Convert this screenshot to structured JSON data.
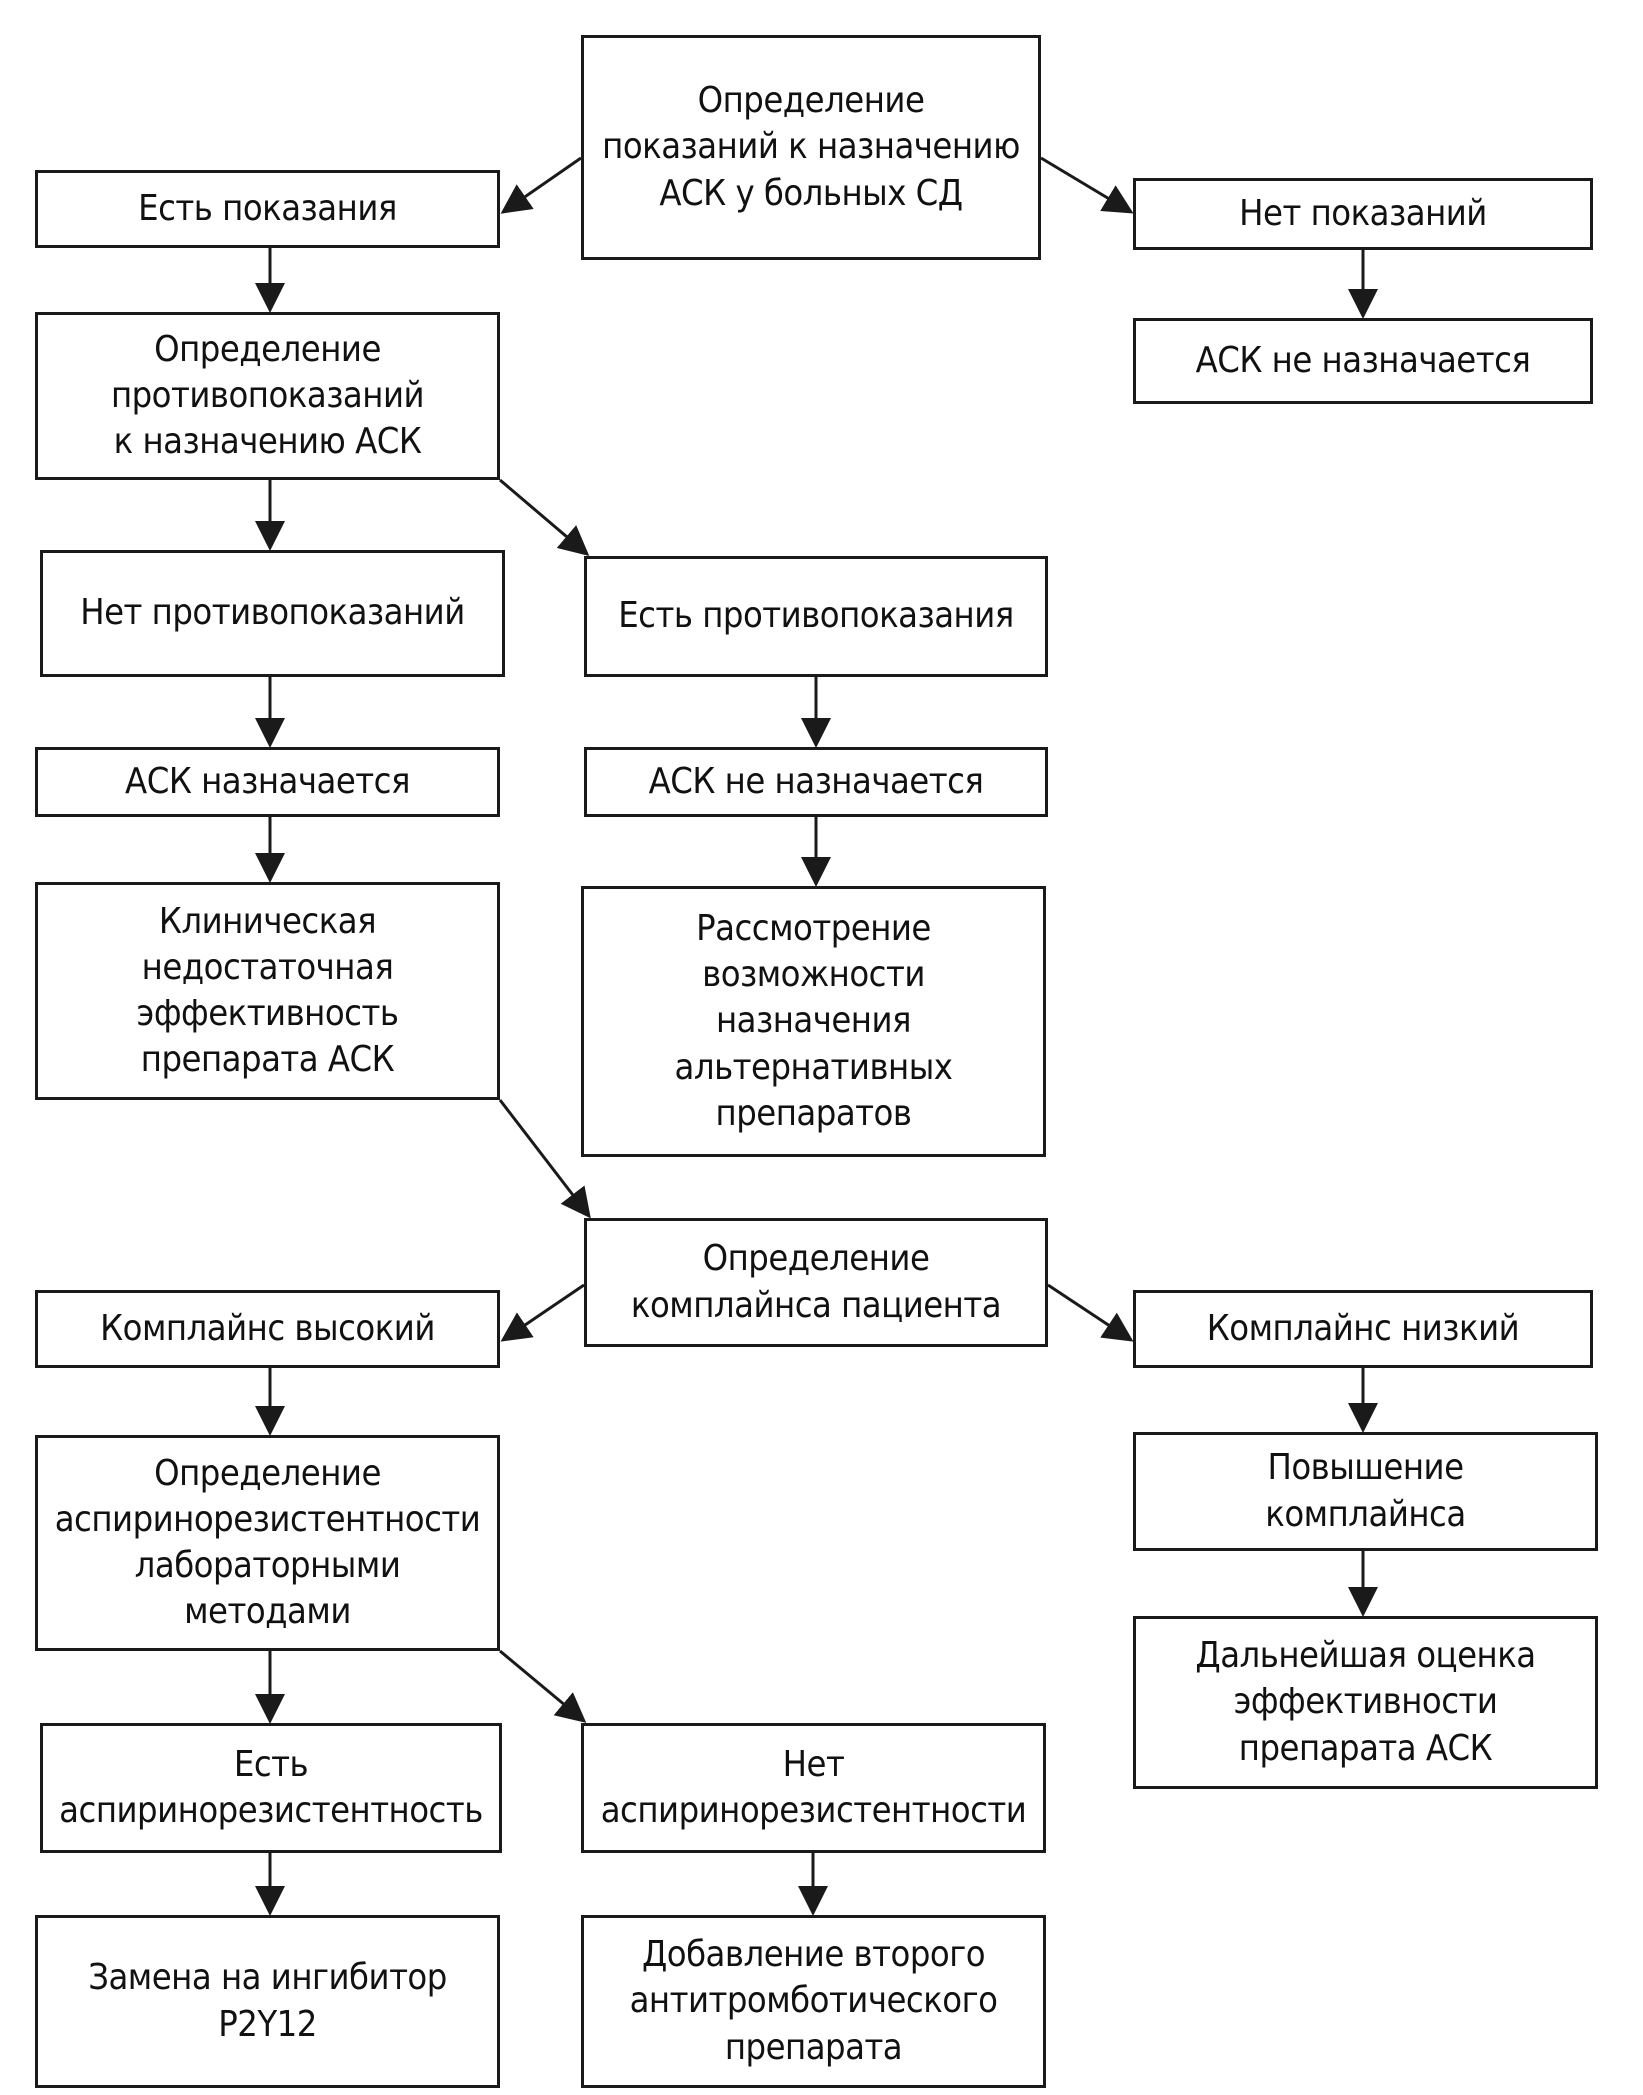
{
  "nodes": {
    "root": "Определение\nпоказаний к назначению\nАСК у больных СД",
    "indications": "Есть показания",
    "no_indications": "Нет показаний",
    "no_indications_result": "АСК не назначается",
    "contraindications_check": "Определение\nпротивопоказаний\nк назначению АСК",
    "no_contraindications": "Нет противопоказаний",
    "has_contraindications": "Есть противопоказания",
    "asa_prescribed": "АСК назначается",
    "asa_not_prescribed": "АСК не назначается",
    "clinical_insufficiency": "Клиническая\nнедостаточная\nэффективность\nпрепарата АСК",
    "alternatives": "Рассмотрение\nвозможности\nназначения\nальтернативных\nпрепаратов",
    "compliance_check": "Определение\nкомплайнса пациента",
    "compliance_high": "Комплайнс высокий",
    "compliance_low": "Комплайнс низкий",
    "lab_resistance": "Определение\nаспиринорезистентности\nлабораторными\nметодами",
    "raise_compliance": "Повышение\nкомплайнса",
    "further_assessment": "Дальнейшая оценка\nэффективности\nпрепарата АСК",
    "resistance_yes": "Есть\nаспиринорезистентность",
    "resistance_no": "Нет\nаспиринорезистентности",
    "switch_p2y12": "Замена на ингибитор\nP2Y12",
    "add_second": "Добавление второго\nантитромботического\nпрепарата"
  },
  "colors": {
    "stroke": "#1a1a1a",
    "background": "#ffffff"
  }
}
